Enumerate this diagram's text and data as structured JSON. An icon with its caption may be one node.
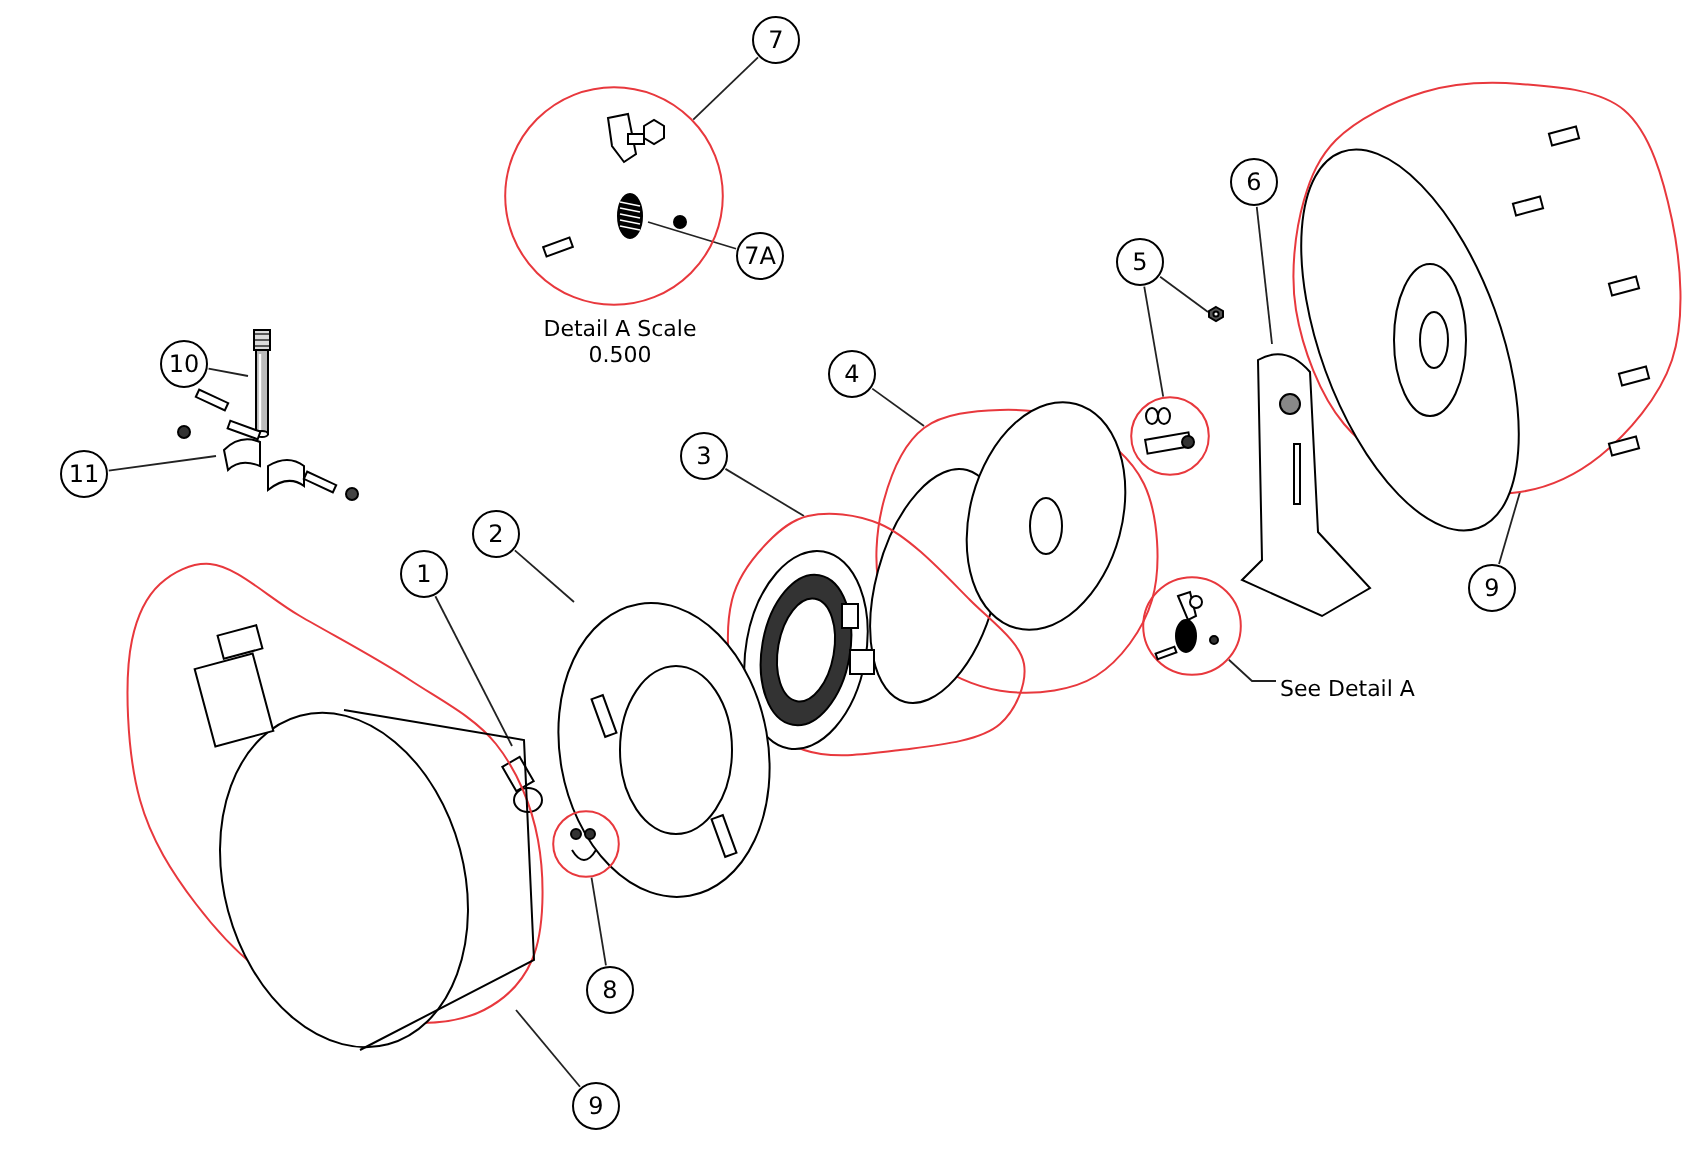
{
  "diagram": {
    "nodes": [
      {
        "text": [
          "7"
        ]
      },
      {
        "text": [],
        "shape": "circle"
      },
      {
        "text": [
          "7A"
        ]
      },
      {
        "text": [],
        "shape": "picture",
        "in": 1
      },
      {
        "text": [
          "10"
        ]
      },
      {
        "text": [],
        "shape": "picture"
      },
      {
        "text": [
          "11"
        ]
      },
      {
        "text": [],
        "shape": "picture"
      },
      {
        "text": [
          "5"
        ]
      },
      {
        "text": [],
        "shape": "picture"
      },
      {
        "text": [],
        "shape": "circle"
      },
      {
        "text": [
          "6"
        ]
      },
      {
        "text": [],
        "shape": "picture"
      },
      {
        "text": [
          "9"
        ]
      },
      {
        "text": [],
        "shape": "picture"
      },
      {
        "text": [
          "4"
        ]
      },
      {
        "text": [],
        "shape": "picture"
      },
      {
        "text": [
          "3"
        ]
      },
      {
        "text": [],
        "shape": "picture"
      },
      {
        "text": [
          "2"
        ]
      },
      {
        "text": [],
        "shape": "picture"
      },
      {
        "text": [
          "1"
        ]
      },
      {
        "text": [],
        "shape": "picture"
      },
      {
        "text": [
          "8"
        ]
      },
      {
        "text": [],
        "shape": "circle"
      },
      {
        "text": [
          "9"
        ]
      },
      {
        "text": [],
        "shape": "picture"
      },
      {
        "text": [
          "See Detail A"
        ]
      },
      {
        "text": [],
        "shape": "circle"
      }
    ],
    "edges": [
      {
        "from": 0,
        "to": 1,
        "arrow": "none"
      },
      {
        "from": 2,
        "to": 3,
        "arrow": "none"
      },
      {
        "from": 4,
        "to": 5,
        "arrow": "none"
      },
      {
        "from": 6,
        "to": 7,
        "arrow": "none"
      },
      {
        "from": 8,
        "to": 9,
        "arrow": "none"
      },
      {
        "from": 8,
        "to": 10,
        "arrow": "none"
      },
      {
        "from": 11,
        "to": 12,
        "arrow": "none"
      },
      {
        "from": 13,
        "to": 14,
        "arrow": "none"
      },
      {
        "from": 15,
        "to": 16,
        "arrow": "none"
      },
      {
        "from": 17,
        "to": 18,
        "arrow": "none"
      },
      {
        "from": 19,
        "to": 20,
        "arrow": "none"
      },
      {
        "from": 21,
        "to": 22,
        "arrow": "none"
      },
      {
        "from": 23,
        "to": 24,
        "arrow": "none"
      },
      {
        "from": 25,
        "to": 26,
        "arrow": "none"
      },
      {
        "from": 27,
        "to": 28,
        "arrow": "none"
      }
    ],
    "labels": [
      "Detail A Scale 0.500"
    ]
  }
}
